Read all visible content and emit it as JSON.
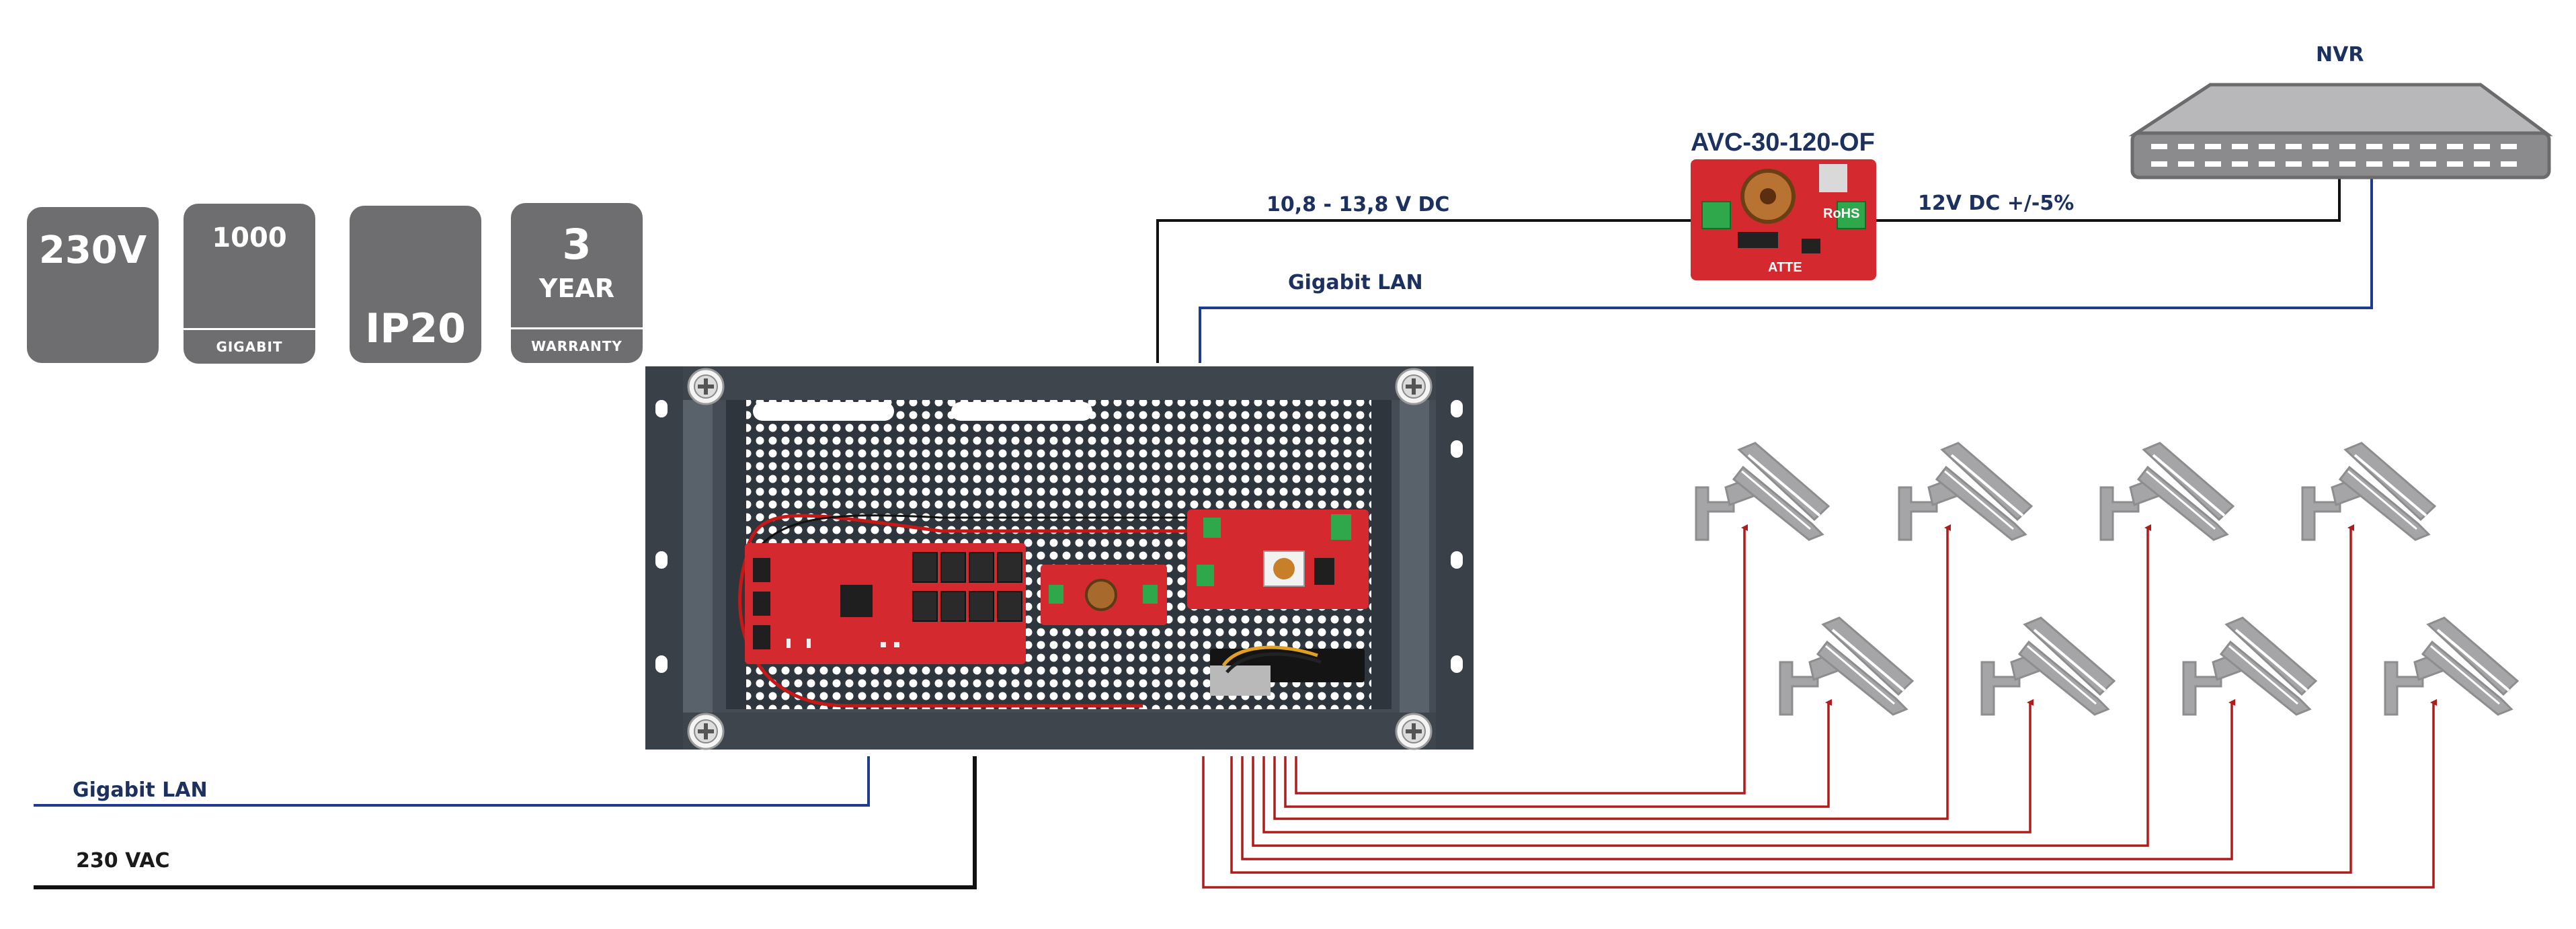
{
  "badges": {
    "voltage": {
      "text": "230V",
      "icon": "socket-icon"
    },
    "gigabit": {
      "number": "1000",
      "label": "GIGABIT",
      "icon": "network-icon"
    },
    "ip": {
      "text": "IP20",
      "icon": "water-drops-icon"
    },
    "warranty": {
      "number": "3",
      "word": "YEAR",
      "label": "WARRANTY"
    }
  },
  "labels": {
    "nvr": "NVR",
    "module": "AVC-30-120-OF",
    "dc_in": "10,8 - 13,8 V DC",
    "dc_out": "12V DC +/-5%",
    "gigabit_lan_top": "Gigabit LAN",
    "gigabit_lan_bottom": "Gigabit LAN",
    "mains": "230 VAC"
  },
  "module_pcb": {
    "rohs": "RoHS",
    "brand": "ATTE"
  },
  "cameras": {
    "count": 8,
    "icon": "cctv-camera-icon"
  },
  "colors": {
    "poe_line": "#b01c1c",
    "lan_line": "#1f3a8f",
    "power_line": "#111111",
    "label_text": "#1d3160",
    "badge_bg": "#6e6e70",
    "pcb_red": "#d42a2f",
    "panel_dark": "#3c434c"
  }
}
